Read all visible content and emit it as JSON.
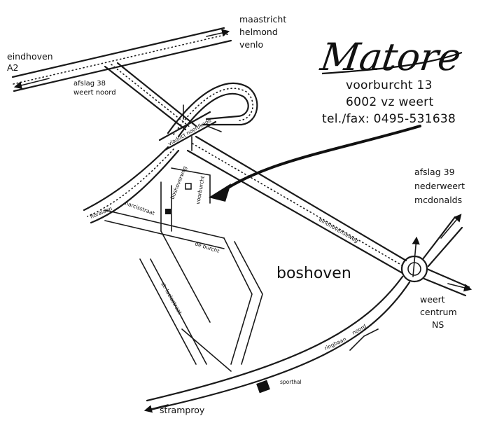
{
  "business": {
    "logo": "Matore",
    "address_line1": "voorburcht 13",
    "address_line2": "6002 vz  weert",
    "phone": "tel./fax: 0495-531638"
  },
  "destinations": {
    "maastricht": "maastricht",
    "helmond": "helmond",
    "venlo": "venlo",
    "eindhoven": "eindhoven",
    "a2": "A2",
    "afslag38": "afslag 38",
    "weert_noord": "weert noord",
    "afslag39": "afslag 39",
    "nederweert": "nederweert",
    "mcdonalds": "mcdonalds",
    "weert": "weert",
    "centrum": "centrum",
    "ns": "NS",
    "stramproy": "stramproy"
  },
  "area": {
    "district": "boshoven"
  },
  "streets": {
    "viaduct": "viaduct noordkade",
    "boshoverweg": "boshoverweg",
    "voorburcht": "voorburcht",
    "floralaan": "floralaan",
    "narcisstraat": "narcisstraat",
    "de_burcht": "de burcht",
    "st_luciastraat": "st. luciastraat",
    "eindhovenseweg": "eindhovenseweg",
    "ringbaan": "ringbaan",
    "noord": "noord"
  },
  "landmarks": {
    "sporthal": "sporthal"
  },
  "icons": [
    "arrow-icon",
    "roundabout-icon",
    "building-icon"
  ]
}
